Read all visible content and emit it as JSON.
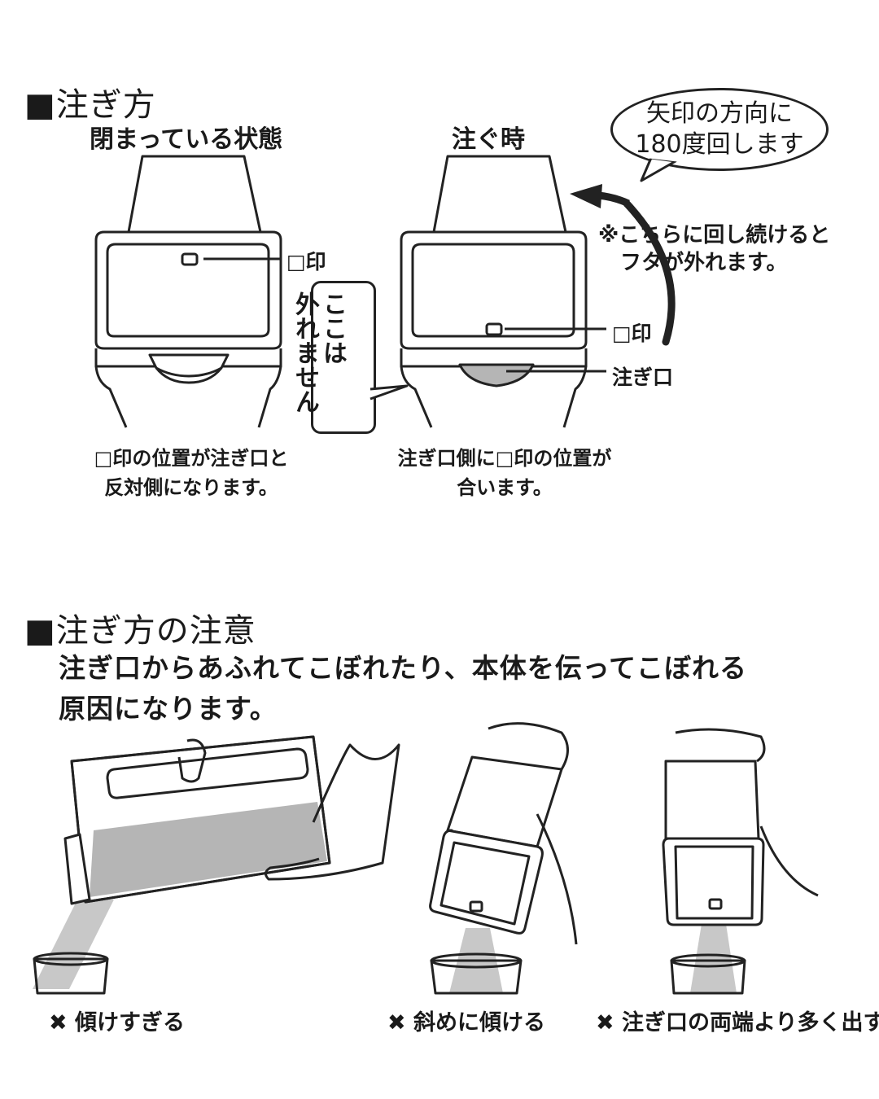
{
  "section1": {
    "title": "■注ぎ方",
    "closed_heading": "閉まっている状態",
    "pour_heading": "注ぐ時",
    "bubble_line1": "矢印の方向に",
    "bubble_line2": "180度回します",
    "note_line1": "※こちらに回し続けると",
    "note_line2": "フタが外れます。",
    "mark_label_left": "□印",
    "mark_label_right": "□印",
    "spout_label": "注ぎ口",
    "callout_col1": "ここは",
    "callout_col2": "外れません",
    "caption_left_line1": "□印の位置が注ぎ口と",
    "caption_left_line2": "反対側になります。",
    "caption_right_line1": "注ぎ口側に□印の位置が",
    "caption_right_line2": "合います。"
  },
  "section2": {
    "title": "■注ぎ方の注意",
    "body_line1": "注ぎ口からあふれてこぼれたり、本体を伝ってこぼれる",
    "body_line2": "原因になります。",
    "warnings": [
      {
        "icon": "x-mark-icon",
        "text": "傾けすぎる"
      },
      {
        "icon": "x-mark-icon",
        "text": "斜めに傾ける"
      },
      {
        "icon": "x-mark-icon",
        "text": "注ぎ口の両端より多く出す"
      }
    ]
  },
  "colors": {
    "ink": "#1a1a1a",
    "liquid": "#b5b5b5",
    "stream": "#c8c8c8"
  }
}
